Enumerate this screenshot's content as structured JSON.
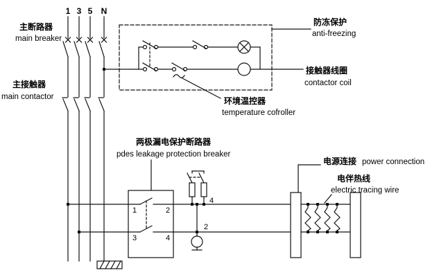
{
  "diagram": {
    "phases": [
      "1",
      "3",
      "5",
      "N"
    ],
    "labels": {
      "main_breaker_zh": "主断路器",
      "main_breaker_en": "main breaker",
      "main_contactor_zh": "主接触器",
      "main_contactor_en": "main contactor",
      "anti_freezing_zh": "防冻保护",
      "anti_freezing_en": "anti-freezing",
      "contactor_coil_zh": "接触器线圈",
      "contactor_coil_en": "contactor coil",
      "temperature_controller_zh": "环境温控器",
      "temperature_controller_en": "temperature cofroller",
      "leakage_breaker_zh": "两极漏电保护断路器",
      "leakage_breaker_en": "pdes leakage protection breaker",
      "power_connection_zh": "电源连接",
      "power_connection_en": "power connection",
      "electric_tracing_zh": "电伴热线",
      "electric_tracing_en": "electric tracing wire"
    },
    "breaker_terminals": [
      "1",
      "2",
      "3",
      "4"
    ],
    "wire_numbers": {
      "resistor_branch": "4",
      "lamp_branch": "2"
    },
    "colors": {
      "line": "#111111",
      "background": "#ffffff"
    }
  }
}
